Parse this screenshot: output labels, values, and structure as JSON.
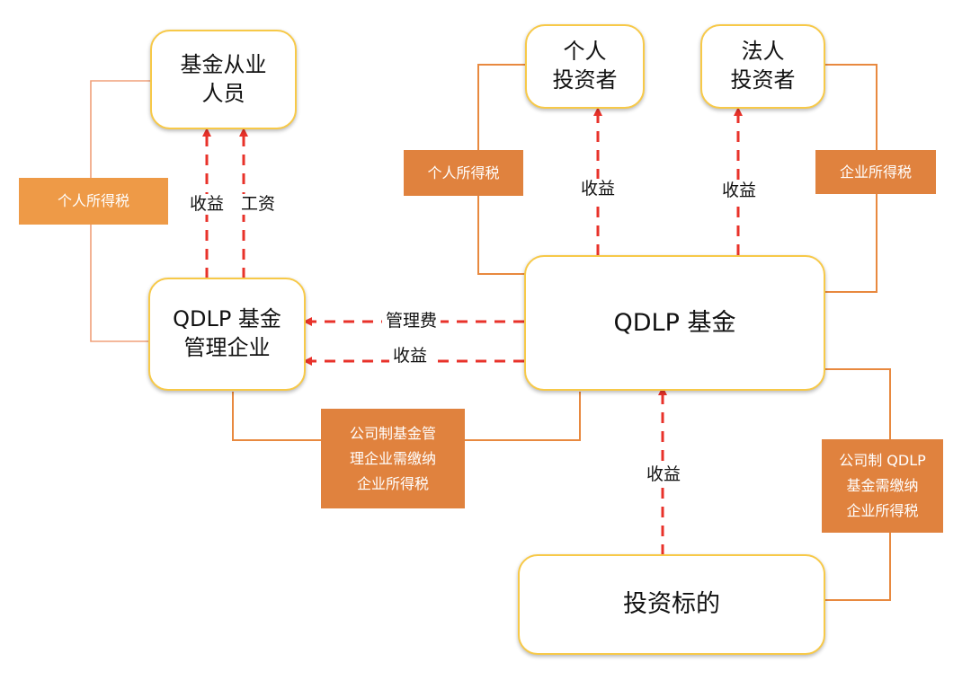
{
  "nodes": {
    "staff": "基金从业\n人员",
    "individual_investor": "个人\n投资者",
    "corporate_investor": "法人\n投资者",
    "manager": "QDLP 基金\n管理企业",
    "fund": "QDLP 基金",
    "target": "投资标的"
  },
  "taxes": {
    "staff_income_tax": "个人所得税",
    "individual_income_tax": "个人所得税",
    "corporate_income_tax": "企业所得税",
    "manager_corporate_tax": "公司制基金管\n理企业需缴纳\n企业所得税",
    "fund_corporate_tax": "公司制 QDLP\n基金需缴纳\n企业所得税"
  },
  "flows": {
    "staff_income": "收益",
    "staff_salary": "工资",
    "individual_income": "收益",
    "corporate_income": "收益",
    "management_fee": "管理费",
    "manager_income": "收益",
    "target_income": "收益"
  },
  "colors": {
    "node_border": "#f7c948",
    "tax_box": "#e0823e",
    "tax_box_light": "#ee9a47",
    "bracket_line": "#e8893f",
    "bracket_line_light": "#f0a07a",
    "arrow": "#e8322a"
  }
}
